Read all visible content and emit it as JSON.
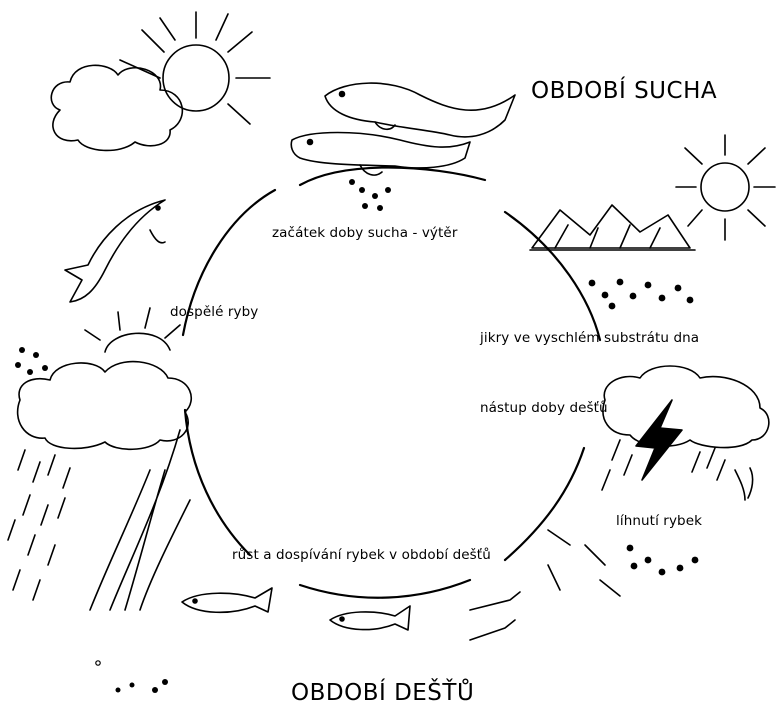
{
  "season_dry": "OBDOBÍ SUCHA",
  "season_rain": "OBDOBÍ DEŠŤŮ",
  "stages": {
    "spawning": "začátek doby sucha - výtěr",
    "eggs_in_substrate": "jikry ve vyschlém substrátu dna",
    "rain_onset": "nástup doby dešťů",
    "hatching": "líhnutí rybek",
    "growth": "růst a dospívání rybek v období dešťů",
    "adults": "dospělé ryby"
  }
}
